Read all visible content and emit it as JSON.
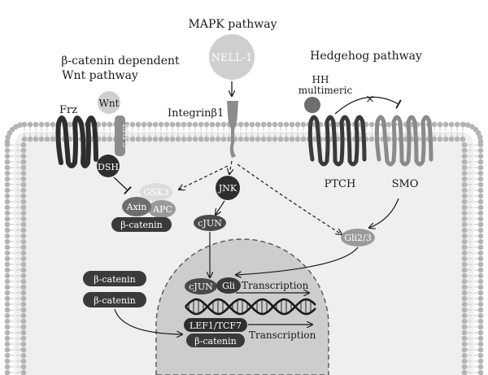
{
  "titles": {
    "mapk": "MAPK pathway",
    "hedgehog": "Hedgehog pathway",
    "wnt_line1": "β-catenin dependent",
    "wnt_line2": "Wnt pathway"
  },
  "molecules": {
    "nell1": "NELL-1",
    "integrin": "Integrinβ1",
    "frz": "Frz",
    "wnt": "Wnt",
    "lrp5": "LRP5",
    "dsh": "DSH",
    "gsk3": "GSK3",
    "axin": "Axin",
    "apc": "APC",
    "bcat_complex": "β-catenin",
    "jnk": "JNK",
    "cjun": "cJUN",
    "hh_line1": "HH",
    "hh_line2": "multimeric",
    "ptch": "PTCH",
    "smo": "SMO",
    "gli2": "Gli2/3",
    "bcat_free1": "β-catenin",
    "bcat_free2": "β-catenin"
  },
  "nucleus": {
    "cjun": "cJUN",
    "gli": "Gli",
    "transcription1": "Transcription",
    "lef": "LEF1/TCF7",
    "bcat": "β-catenin",
    "transcription2": "Transcription"
  },
  "colors": {
    "membrane": "#b4b4b4",
    "cytoplasm": "#efefef",
    "nucleus": "#cdcdcd",
    "dark": "#2e2e2e",
    "mid": "#6e6e6e",
    "light": "#a8a8a8"
  }
}
